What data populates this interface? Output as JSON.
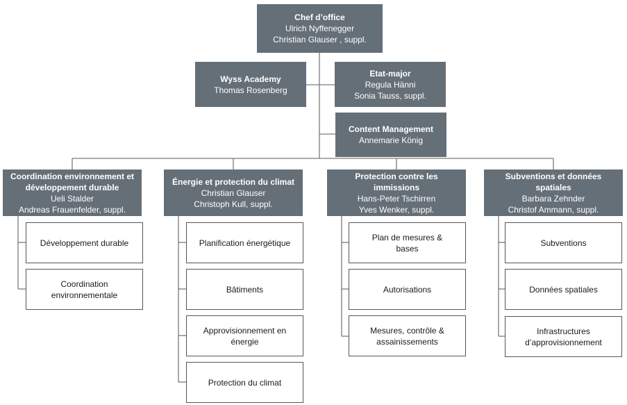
{
  "chief": {
    "title": "Chef d’office",
    "lines": [
      "Ulrich Nyffenegger",
      "Christian Glauser , suppl."
    ]
  },
  "staff": [
    {
      "title": "Wyss Academy",
      "lines": [
        "Thomas Rosenberg"
      ]
    },
    {
      "title": "Etat-major",
      "lines": [
        "Regula Hänni",
        "Sonia Tauss, suppl."
      ]
    },
    {
      "title": "Content Management",
      "lines": [
        "Annemarie König"
      ]
    }
  ],
  "divisions": [
    {
      "title": "Coordination  environnement et développement durable",
      "lines": [
        "Ueli Stalder",
        "Andreas Frauenfelder, suppl."
      ],
      "units": [
        "Développement durable",
        "Coordination environnementale"
      ]
    },
    {
      "title": "Énergie et protection du climat",
      "lines": [
        "Christian Glauser",
        "Christoph Kull, suppl."
      ],
      "units": [
        "Planification énergétique",
        "Bâtiments",
        "Approvisionnement en énergie",
        "Protection du climat"
      ]
    },
    {
      "title": "Protection contre les immissions",
      "lines": [
        "Hans-Peter Tschirren",
        "Yves Wenker, suppl."
      ],
      "units": [
        "Plan de mesures & bases",
        "Autorisations",
        "Mesures, contrôle & assainissements"
      ]
    },
    {
      "title": "Subventions  et données spatiales",
      "lines": [
        "Barbara Zehnder",
        "Christof Ammann, suppl."
      ],
      "units": [
        "Subventions",
        "Données spatiales",
        "Infrastructures d’approvisionnement"
      ]
    }
  ],
  "colors": {
    "header_fill": "#656f77",
    "header_text": "#ffffff",
    "unit_border": "#555555",
    "connector": "#7a7a7a"
  }
}
